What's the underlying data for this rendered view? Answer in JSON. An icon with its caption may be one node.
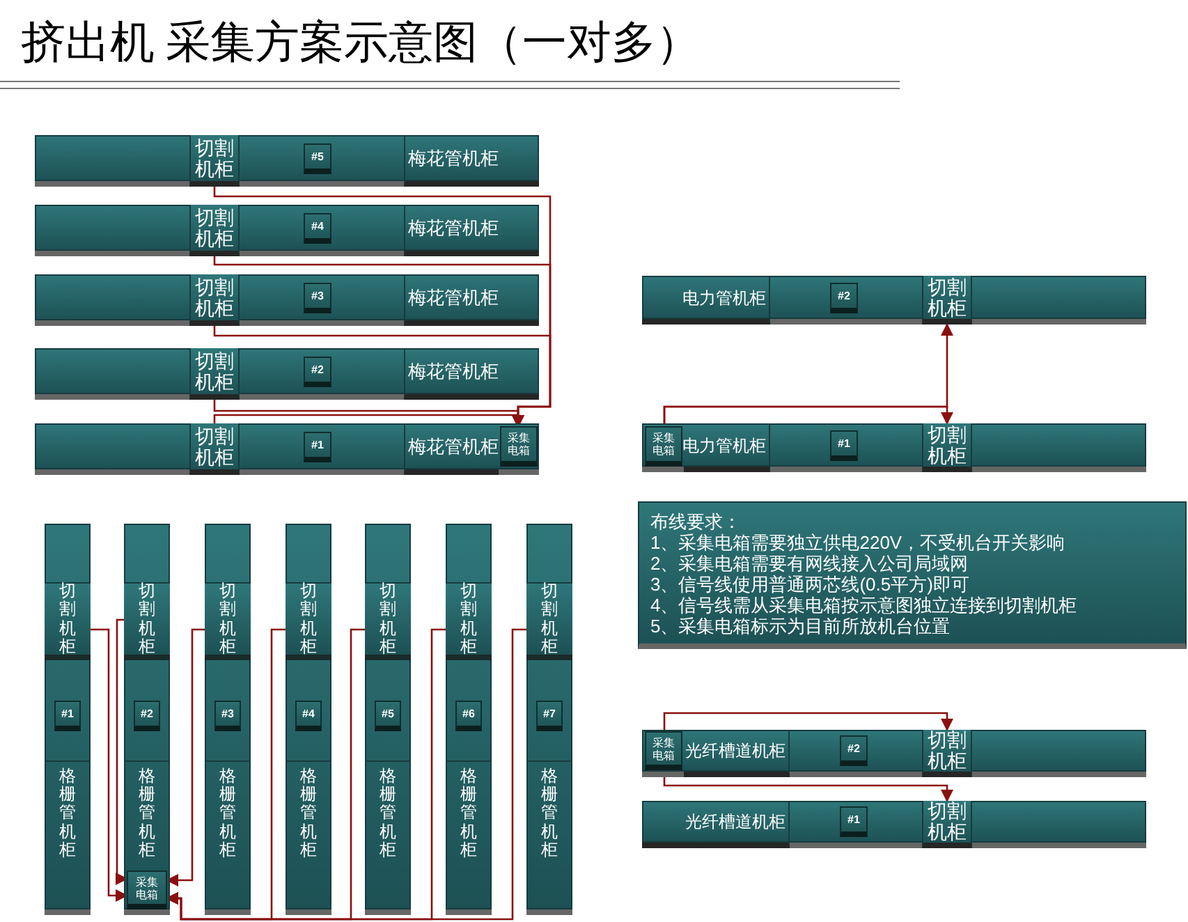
{
  "diagram": {
    "title": "挤出机 采集方案示意图（一对多）",
    "nodes": [
      {
        "text": [],
        "shape": "bar"
      },
      {
        "text": [
          "切割机柜"
        ],
        "in": 0
      },
      {
        "text": [
          "#5"
        ],
        "in": 0
      },
      {
        "text": [
          "梅花管机柜"
        ],
        "in": 0
      },
      {
        "text": [],
        "shape": "bar"
      },
      {
        "text": [
          "切割机柜"
        ],
        "in": 4
      },
      {
        "text": [
          "#4"
        ],
        "in": 4
      },
      {
        "text": [
          "梅花管机柜"
        ],
        "in": 4
      },
      {
        "text": [],
        "shape": "bar"
      },
      {
        "text": [
          "切割机柜"
        ],
        "in": 8
      },
      {
        "text": [
          "#3"
        ],
        "in": 8
      },
      {
        "text": [
          "梅花管机柜"
        ],
        "in": 8
      },
      {
        "text": [],
        "shape": "bar"
      },
      {
        "text": [
          "切割机柜"
        ],
        "in": 12
      },
      {
        "text": [
          "#2"
        ],
        "in": 12
      },
      {
        "text": [
          "梅花管机柜"
        ],
        "in": 12
      },
      {
        "text": [],
        "shape": "bar"
      },
      {
        "text": [
          "切割机柜"
        ],
        "in": 16
      },
      {
        "text": [
          "#1"
        ],
        "in": 16
      },
      {
        "text": [
          "梅花管机柜"
        ],
        "in": 16
      },
      {
        "text": [
          "采集电箱"
        ],
        "in": 16
      },
      {
        "text": [],
        "shape": "bar"
      },
      {
        "text": [
          "电力管机柜"
        ],
        "in": 21
      },
      {
        "text": [
          "#2"
        ],
        "in": 21
      },
      {
        "text": [
          "切割机柜"
        ],
        "in": 21
      },
      {
        "text": [],
        "shape": "bar"
      },
      {
        "text": [
          "采集电箱"
        ],
        "in": 25
      },
      {
        "text": [
          "电力管机柜"
        ],
        "in": 25
      },
      {
        "text": [
          "#1"
        ],
        "in": 25
      },
      {
        "text": [
          "切割机柜"
        ],
        "in": 25
      },
      {
        "text": [
          "布线要求：",
          "1、采集电箱需要独立供电220V，不受机台开关影响",
          "2、采集电箱需要有网线接入公司局域网",
          "3、信号线使用普通两芯线(0.5平方)即可",
          "4、信号线需从采集电箱按示意图独立连接到切割机柜",
          "5、采集电箱标示为目前所放机台位置"
        ]
      },
      {
        "text": [],
        "shape": "bar"
      },
      {
        "text": [
          "采集电箱"
        ],
        "in": 31
      },
      {
        "text": [
          "光纤槽道机柜"
        ],
        "in": 31
      },
      {
        "text": [
          "#2"
        ],
        "in": 31
      },
      {
        "text": [
          "切割机柜"
        ],
        "in": 31
      },
      {
        "text": [],
        "shape": "bar"
      },
      {
        "text": [
          "光纤槽道机柜"
        ],
        "in": 36
      },
      {
        "text": [
          "#1"
        ],
        "in": 36
      },
      {
        "text": [
          "切割机柜"
        ],
        "in": 36
      },
      {
        "text": [],
        "shape": "bar"
      },
      {
        "text": [
          "切割机柜"
        ],
        "in": 40
      },
      {
        "text": [
          "#1"
        ],
        "in": 40
      },
      {
        "text": [
          "格栅管机柜"
        ],
        "in": 40
      },
      {
        "text": [],
        "shape": "bar"
      },
      {
        "text": [
          "切割机柜"
        ],
        "in": 44
      },
      {
        "text": [
          "#2"
        ],
        "in": 44
      },
      {
        "text": [
          "格栅管机柜"
        ],
        "in": 44
      },
      {
        "text": [
          "采集电箱"
        ],
        "in": 44
      },
      {
        "text": [],
        "shape": "bar"
      },
      {
        "text": [
          "切割机柜"
        ],
        "in": 49
      },
      {
        "text": [
          "#3"
        ],
        "in": 49
      },
      {
        "text": [
          "格栅管机柜"
        ],
        "in": 49
      },
      {
        "text": [],
        "shape": "bar"
      },
      {
        "text": [
          "切割机柜"
        ],
        "in": 53
      },
      {
        "text": [
          "#4"
        ],
        "in": 53
      },
      {
        "text": [
          "格栅管机柜"
        ],
        "in": 53
      },
      {
        "text": [],
        "shape": "bar"
      },
      {
        "text": [
          "切割机柜"
        ],
        "in": 57
      },
      {
        "text": [
          "#5"
        ],
        "in": 57
      },
      {
        "text": [
          "格栅管机柜"
        ],
        "in": 57
      },
      {
        "text": [],
        "shape": "bar"
      },
      {
        "text": [
          "切割机柜"
        ],
        "in": 61
      },
      {
        "text": [
          "#6"
        ],
        "in": 61
      },
      {
        "text": [
          "格栅管机柜"
        ],
        "in": 61
      },
      {
        "text": [],
        "shape": "bar"
      },
      {
        "text": [
          "切割机柜"
        ],
        "in": 65
      },
      {
        "text": [
          "#7"
        ],
        "in": 65
      },
      {
        "text": [
          "格栅管机柜"
        ],
        "in": 65
      }
    ],
    "edges": [
      {
        "from": 1,
        "to": 20,
        "arrow": "to"
      },
      {
        "from": 5,
        "to": 20,
        "arrow": "to"
      },
      {
        "from": 9,
        "to": 20,
        "arrow": "to"
      },
      {
        "from": 13,
        "to": 20,
        "arrow": "to"
      },
      {
        "from": 17,
        "to": 20,
        "arrow": "to"
      },
      {
        "from": 26,
        "to": 24,
        "arrow": "to"
      },
      {
        "from": 26,
        "to": 29,
        "arrow": "to"
      },
      {
        "from": 32,
        "to": 35,
        "arrow": "to"
      },
      {
        "from": 32,
        "to": 39,
        "arrow": "to"
      },
      {
        "from": 41,
        "to": 48,
        "arrow": "to"
      },
      {
        "from": 45,
        "to": 48,
        "arrow": "to"
      },
      {
        "from": 50,
        "to": 48,
        "arrow": "to"
      },
      {
        "from": 54,
        "to": 48,
        "arrow": "to"
      },
      {
        "from": 58,
        "to": 48,
        "arrow": "to"
      },
      {
        "from": 62,
        "to": 48,
        "arrow": "to"
      },
      {
        "from": 66,
        "to": 48,
        "arrow": "to"
      }
    ]
  }
}
